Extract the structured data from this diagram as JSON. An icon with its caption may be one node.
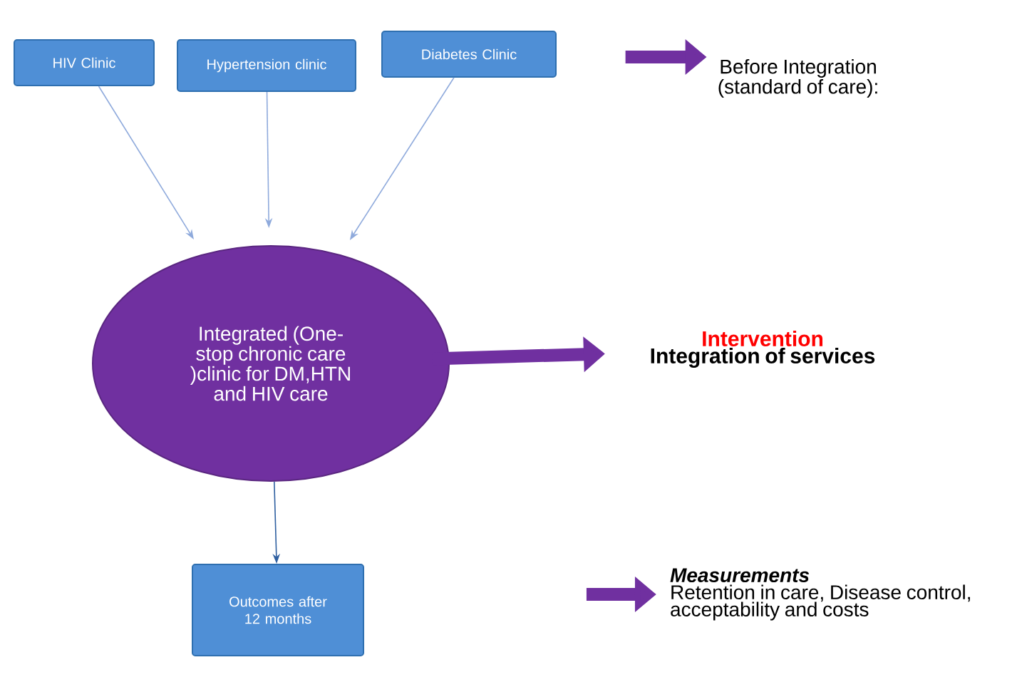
{
  "diagram": {
    "nodes": [
      {
        "text": [
          "HIV Clinic"
        ]
      },
      {
        "text": [
          "Hypertension clinic"
        ]
      },
      {
        "text": [
          "Diabetes Clinic"
        ]
      },
      {
        "text": [
          "Before Integration (standard of care):"
        ]
      },
      {
        "text": [
          "Integrated (One-stop chronic care )clinic for DM,HTN and HIV care"
        ]
      },
      {
        "text": [
          "Intervention",
          "Integration of services"
        ]
      },
      {
        "text": [
          "Outcomes after 12 months"
        ]
      },
      {
        "text": [
          "Measurements",
          "Retention in care, Disease control, acceptability and costs"
        ]
      }
    ],
    "edges": [
      {
        "from": 0,
        "to": 4,
        "arrow": "to",
        "color": "#8faadc"
      },
      {
        "from": 1,
        "to": 4,
        "arrow": "to",
        "color": "#8faadc"
      },
      {
        "from": 2,
        "to": 4,
        "arrow": "to",
        "color": "#8faadc"
      },
      {
        "from": null,
        "to": 3,
        "arrow": "to",
        "style": "thick",
        "color": "#7030a0"
      },
      {
        "from": 4,
        "to": 5,
        "arrow": "to",
        "style": "thick",
        "color": "#7030a0"
      },
      {
        "from": 4,
        "to": 6,
        "arrow": "to",
        "color": "#2e5fa0"
      },
      {
        "from": null,
        "to": 7,
        "arrow": "to",
        "style": "thick",
        "color": "#7030a0"
      }
    ]
  }
}
